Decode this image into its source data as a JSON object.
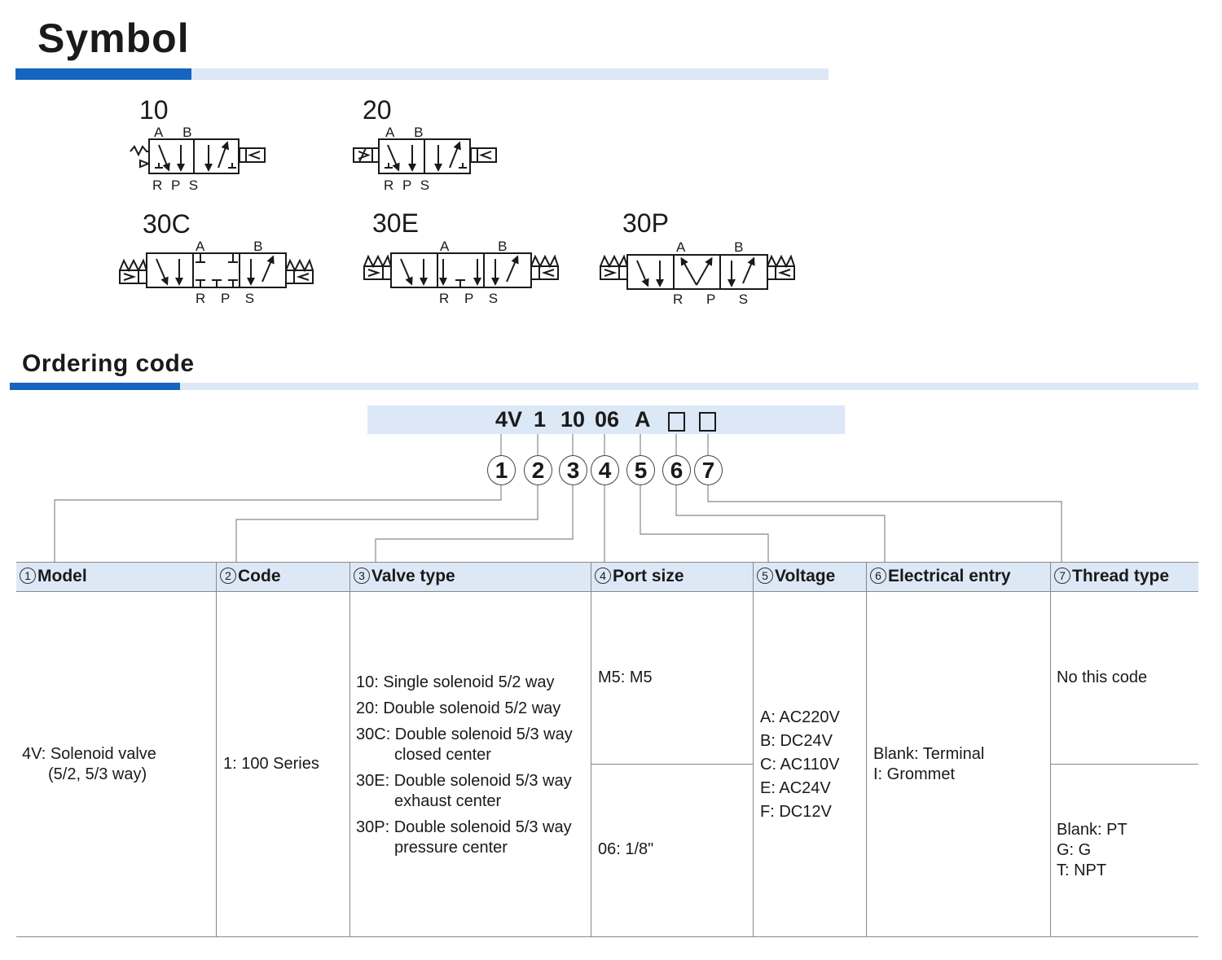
{
  "symbol_section": {
    "title": "Symbol",
    "items": [
      {
        "label": "10",
        "ports_top": "A B",
        "ports_bottom": "R P S"
      },
      {
        "label": "20",
        "ports_top": "A B",
        "ports_bottom": "R P S"
      },
      {
        "label": "30C",
        "ports_top": "A B",
        "ports_bottom": "R P S"
      },
      {
        "label": "30E",
        "ports_top": "A B",
        "ports_bottom": "R P S"
      },
      {
        "label": "30P",
        "ports_top": "A B",
        "ports_bottom": "R P S"
      }
    ]
  },
  "ordering_section": {
    "title": "Ordering code",
    "code_tokens": [
      "4V",
      "1",
      "10",
      "06",
      "A"
    ],
    "position_numbers": [
      "1",
      "2",
      "3",
      "4",
      "5",
      "6",
      "7"
    ],
    "columns": [
      {
        "num": "1",
        "title": "Model"
      },
      {
        "num": "2",
        "title": "Code"
      },
      {
        "num": "3",
        "title": "Valve type"
      },
      {
        "num": "4",
        "title": "Port size"
      },
      {
        "num": "5",
        "title": "Voltage"
      },
      {
        "num": "6",
        "title": "Electrical entry"
      },
      {
        "num": "7",
        "title": "Thread type"
      }
    ],
    "model": {
      "line1": "4V: Solenoid valve",
      "line2": "(5/2, 5/3 way)"
    },
    "code": {
      "line1": "1: 100 Series"
    },
    "valve_type": {
      "v10": "10: Single solenoid 5/2 way",
      "v20": "20: Double solenoid 5/2 way",
      "v30c_a": "30C: Double solenoid 5/3 way",
      "v30c_b": "closed center",
      "v30e_a": "30E: Double solenoid 5/3 way",
      "v30e_b": "exhaust center",
      "v30p_a": "30P: Double solenoid 5/3 way",
      "v30p_b": "pressure center"
    },
    "port_size": {
      "p1": "M5: M5",
      "p2": "06: 1/8\""
    },
    "voltage": {
      "a": "A: AC220V",
      "b": "B: DC24V",
      "c": "C: AC110V",
      "e": "E: AC24V",
      "f": "F: DC12V"
    },
    "electrical_entry": {
      "a": "Blank: Terminal",
      "b": "I: Grommet"
    },
    "thread_type": {
      "none": "No this code",
      "a": "Blank: PT",
      "b": "G: G",
      "c": "T: NPT"
    }
  },
  "colors": {
    "accent": "#1565c0",
    "band": "#dce8f6",
    "text": "#1a1a1a"
  }
}
